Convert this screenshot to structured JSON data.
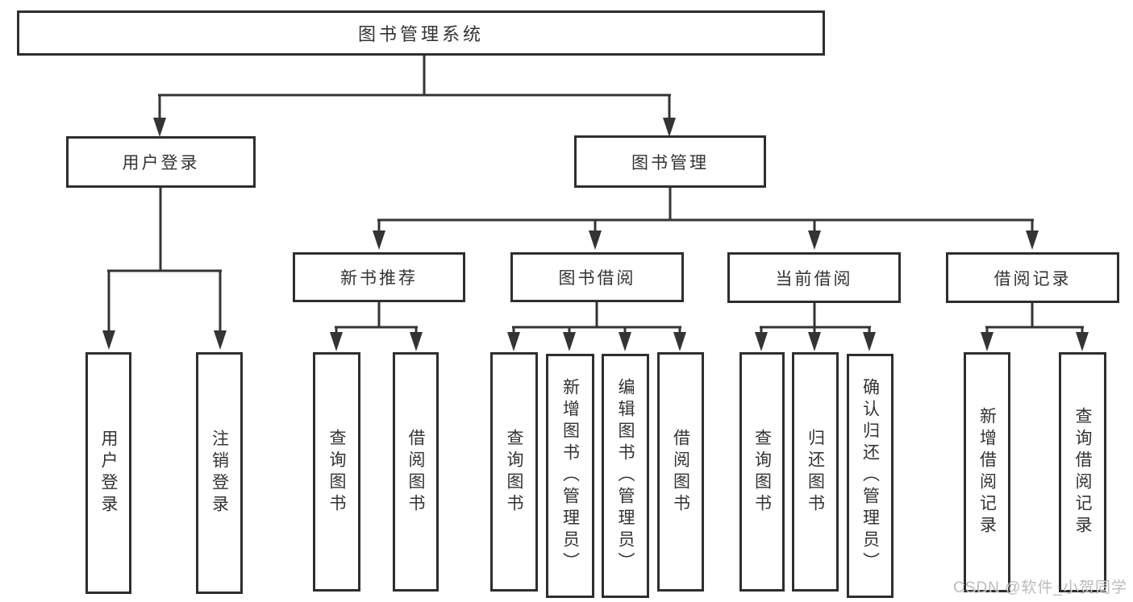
{
  "tree": {
    "label": "图书管理系统",
    "children": [
      {
        "label": "用户登录",
        "children": [
          {
            "label": "用户登录"
          },
          {
            "label": "注销登录"
          }
        ]
      },
      {
        "label": "图书管理",
        "children": [
          {
            "label": "新书推荐",
            "children": [
              {
                "label": "查询图书"
              },
              {
                "label": "借阅图书"
              }
            ]
          },
          {
            "label": "图书借阅",
            "children": [
              {
                "label": "查询图书"
              },
              {
                "label": "新增图书（管理员）"
              },
              {
                "label": "编辑图书（管理员）"
              },
              {
                "label": "借阅图书"
              }
            ]
          },
          {
            "label": "当前借阅",
            "children": [
              {
                "label": "查询图书"
              },
              {
                "label": "归还图书"
              },
              {
                "label": "确认归还（管理员）"
              }
            ]
          },
          {
            "label": "借阅记录",
            "children": [
              {
                "label": "新增借阅记录"
              },
              {
                "label": "查询借阅记录"
              }
            ]
          }
        ]
      }
    ]
  },
  "watermark": "CSDN @软件_小贺同学",
  "colors": {
    "line": "#343434",
    "box_border": "#2e2e2e",
    "text": "#333333",
    "background": "#ffffff",
    "watermark": "#919191"
  }
}
